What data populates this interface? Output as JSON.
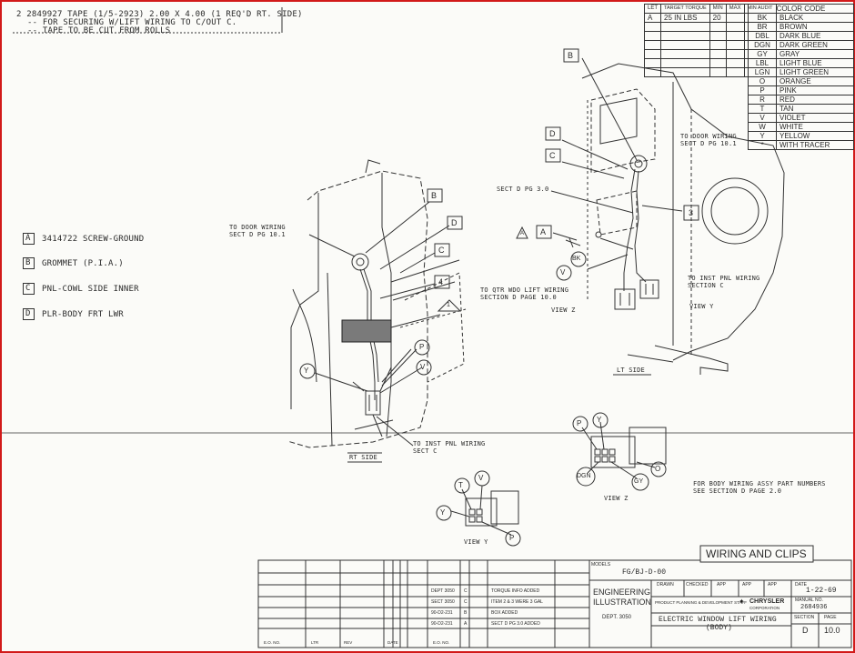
{
  "notes": {
    "line1": "2  2849927 TAPE (1/5-2923) 2.00 X 4.00 (1 REQ'D RT. SIDE)",
    "line2": "-- FOR SECURING W/LIFT WIRING TO C/OUT C.",
    "line3": "-- TAPE TO BE CUT FROM ROLLS",
    "hint": "TO BE"
  },
  "legend_parts": [
    {
      "letter": "A",
      "text": "3414722 SCREW-GROUND"
    },
    {
      "letter": "B",
      "text": "GROMMET (P.I.A.)"
    },
    {
      "letter": "C",
      "text": "PNL-COWL SIDE INNER"
    },
    {
      "letter": "D",
      "text": "PLR-BODY FRT LWR"
    }
  ],
  "torque_table": {
    "headers": [
      "LET",
      "TARGET TORQUE",
      "MIN",
      "MAX",
      "MIN AUDIT"
    ],
    "row": [
      "A",
      "25 IN LBS",
      "20",
      "",
      ""
    ]
  },
  "color_code": {
    "title": "COLOR CODE",
    "rows": [
      {
        "code": "BK",
        "name": "BLACK"
      },
      {
        "code": "BR",
        "name": "BROWN"
      },
      {
        "code": "DBL",
        "name": "DARK BLUE"
      },
      {
        "code": "DGN",
        "name": "DARK GREEN"
      },
      {
        "code": "GY",
        "name": "GRAY"
      },
      {
        "code": "LBL",
        "name": "LIGHT BLUE"
      },
      {
        "code": "LGN",
        "name": "LIGHT GREEN"
      },
      {
        "code": "O",
        "name": "ORANGE"
      },
      {
        "code": "P",
        "name": "PINK"
      },
      {
        "code": "R",
        "name": "RED"
      },
      {
        "code": "T",
        "name": "TAN"
      },
      {
        "code": "V",
        "name": "VIOLET"
      },
      {
        "code": "W",
        "name": "WHITE"
      },
      {
        "code": "Y",
        "name": "YELLOW"
      },
      {
        "code": "*",
        "name": "WITH TRACER"
      }
    ]
  },
  "rt_side": {
    "caption": "RT SIDE",
    "to_door": "TO DOOR WIRING",
    "to_door_sect": "SECT D PG 10.1",
    "to_inst": "TO INST PNL WIRING",
    "to_inst_sect": "SECT C"
  },
  "lt_side": {
    "caption": "LT SIDE",
    "to_door": "TO DOOR WIRING",
    "to_door_sect": "SECT D PG 10.1",
    "sect_d": "SECT D PG 3.0",
    "to_qtr": "TO QTR WDO LIFT WIRING",
    "to_qtr_sect": "SECTION D PAGE 10.0",
    "to_inst": "TO INST PNL WIRING",
    "to_inst_sect": "SECTION C",
    "view_z": "VIEW Z",
    "view_y": "VIEW Y"
  },
  "callouts": {
    "B": "B",
    "C": "C",
    "D": "D",
    "A": "A",
    "n1": "1",
    "n2": "2",
    "n3": "3",
    "n4": "4",
    "P": "P",
    "V": "V",
    "Y": "Y",
    "BK": "BK",
    "O": "O",
    "GY": "GY",
    "DGN": "DGN",
    "T": "T"
  },
  "views": {
    "view_z": "VIEW Z",
    "view_y": "VIEW Y"
  },
  "body_wiring_note": {
    "line1": "FOR BODY WIRING ASSY PART NUMBERS",
    "line2": "SEE SECTION D PAGE 2.0"
  },
  "title_block": {
    "title": "WIRING AND CLIPS",
    "models_label": "MODELS",
    "models": "FG/BJ-D-00",
    "eng_line1": "ENGINEERING",
    "eng_line2": "ILLUSTRATION",
    "dept": "DEPT. 3050",
    "drawn": "DRAWN",
    "checked": "CHECKED",
    "app": "APP",
    "date_label": "DATE",
    "date": "1-22-69",
    "manual_no_label": "MANUAL NO.",
    "manual_no": "2684936",
    "product_planning": "PRODUCT PLANNING & DEVELOPMENT STAFF",
    "chrysler": "CHRYSLER",
    "corporation": "CORPORATION",
    "description_line1": "ELECTRIC WINDOW LIFT WIRING",
    "description_line2": "(BODY)",
    "section_label": "SECTION",
    "section": "D",
    "page_label": "PAGE",
    "page": "10.0",
    "rev_rows": [
      {
        "dept": "DEPT 3050",
        "no": "C",
        "text": "TORQUE INFO ADDED"
      },
      {
        "dept": "SECT 3050",
        "no": "C",
        "text": "ITEM 2 & 3 WERE 3 GAL"
      },
      {
        "dept": "90-D2-231",
        "no": "B",
        "text": "BOX ADDED"
      },
      {
        "dept": "90-D2-231",
        "no": "A",
        "text": "SECT D PG 3.0 ADDED"
      }
    ],
    "rev_headers": [
      "E.O. NO.",
      "LTR",
      "REV",
      "DATE",
      "E.O. NO."
    ]
  }
}
